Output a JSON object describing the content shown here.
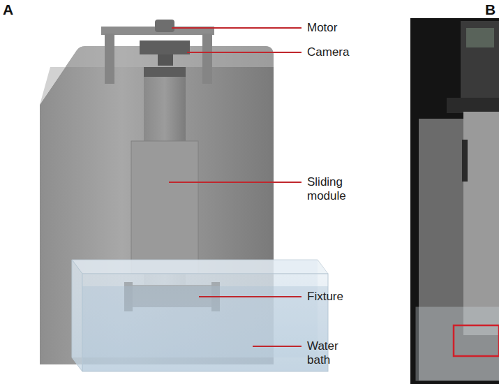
{
  "diagram": {
    "labels": [
      "A",
      "Motor",
      "Camera",
      "Sliding module",
      "Fixture",
      "Water bath",
      "B"
    ]
  }
}
